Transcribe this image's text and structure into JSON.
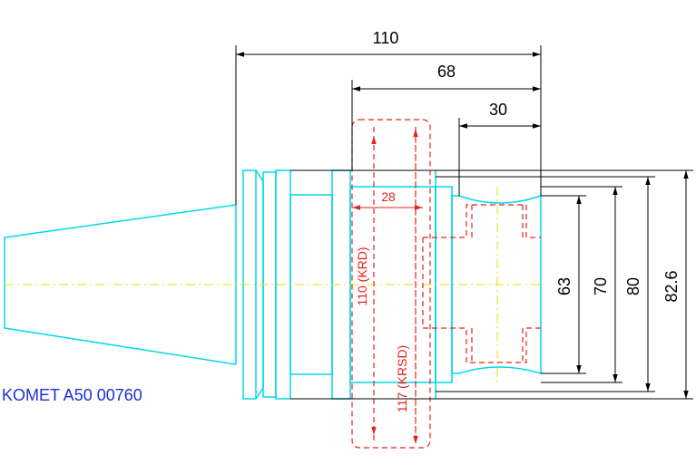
{
  "label": "KOMET A50 00760",
  "dimensions": {
    "length_total": "110",
    "length_mid": "68",
    "length_small": "30",
    "width_28": "28",
    "dia_63": "63",
    "dia_70": "70",
    "dia_80": "80",
    "dia_82_6": "82.6",
    "krd": "110 (KRD)",
    "krsd": "117 (KRSD)"
  },
  "colors": {
    "outline": "#00d8e8",
    "hidden": "#e8201e",
    "centerline": "#e8e000",
    "dimension": "#000000",
    "label": "#1b2fd4"
  }
}
